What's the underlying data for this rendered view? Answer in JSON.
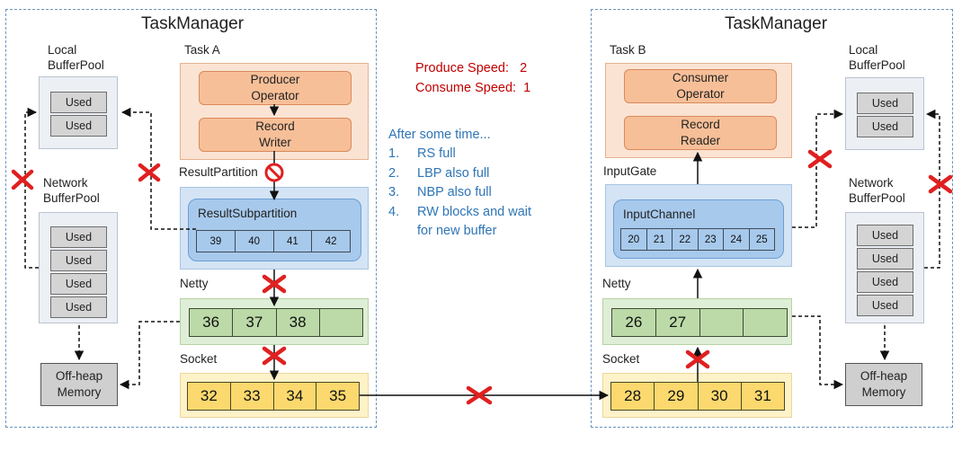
{
  "left_tm": {
    "title": "TaskManager",
    "task_label": "Task A",
    "local_bp_label": "Local BufferPool",
    "local_bp_slots": [
      "Used",
      "Used"
    ],
    "network_bp_label": "Network BufferPool",
    "network_bp_slots": [
      "Used",
      "Used",
      "Used",
      "Used"
    ],
    "producer": "Producer Operator",
    "writer": "Record Writer",
    "result_partition": "ResultPartition",
    "subpartition": "ResultSubpartition",
    "subpartition_buffers": [
      "39",
      "40",
      "41",
      "42"
    ],
    "netty_label": "Netty",
    "netty_buffers": [
      "36",
      "37",
      "38",
      ""
    ],
    "socket_label": "Socket",
    "socket_buffers": [
      "32",
      "33",
      "34",
      "35"
    ],
    "offheap": "Off-heap Memory"
  },
  "right_tm": {
    "title": "TaskManager",
    "task_label": "Task B",
    "local_bp_label": "Local BufferPool",
    "local_bp_slots": [
      "Used",
      "Used"
    ],
    "network_bp_label": "Network BufferPool",
    "network_bp_slots": [
      "Used",
      "Used",
      "Used",
      "Used"
    ],
    "consumer": "Consumer Operator",
    "reader": "Record Reader",
    "input_gate": "InputGate",
    "input_channel": "InputChannel",
    "channel_buffers": [
      "20",
      "21",
      "22",
      "23",
      "24",
      "25"
    ],
    "netty_label": "Netty",
    "netty_buffers": [
      "26",
      "27",
      "",
      ""
    ],
    "socket_label": "Socket",
    "socket_buffers": [
      "28",
      "29",
      "30",
      "31"
    ],
    "offheap": "Off-heap Memory"
  },
  "speeds": {
    "produce": "Produce Speed:   2",
    "consume": "Consume Speed:  1"
  },
  "notes": {
    "intro": "After some time...",
    "items": [
      {
        "num": "1.",
        "text": "RS full"
      },
      {
        "num": "2.",
        "text": "LBP also full"
      },
      {
        "num": "3.",
        "text": "NBP also full"
      },
      {
        "num": "4.",
        "text": "RW blocks and wait"
      }
    ],
    "continuation": "for new buffer"
  },
  "colors": {
    "blocked": "#e02020",
    "note_blue": "#2e75b6",
    "speed_red": "#c00000"
  }
}
